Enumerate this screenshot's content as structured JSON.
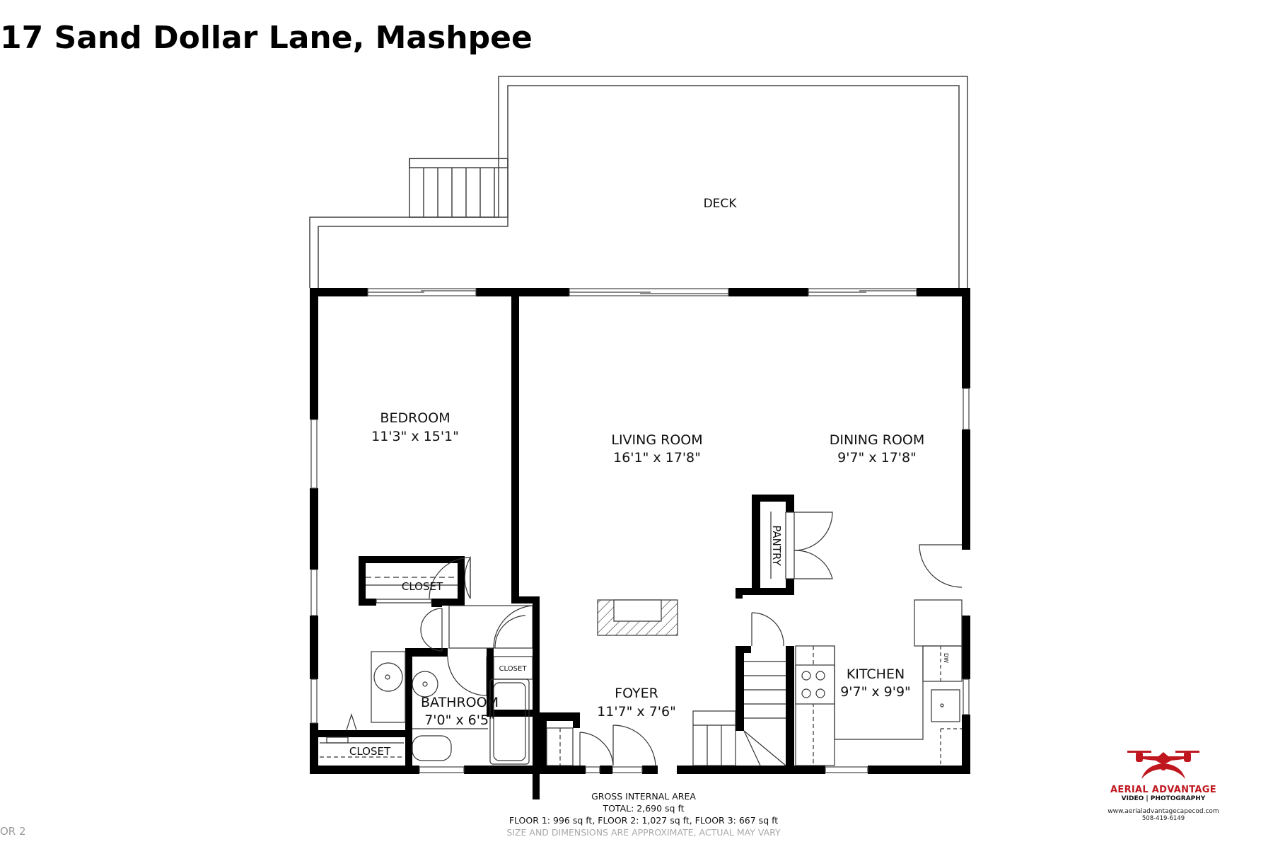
{
  "header": {
    "title": "17 Sand Dollar Lane, Mashpee"
  },
  "rooms": {
    "deck": {
      "name": "DECK"
    },
    "bedroom": {
      "name": "BEDROOM",
      "dims": "11'3\" x 15'1\""
    },
    "living_room": {
      "name": "LIVING ROOM",
      "dims": "16'1\" x 17'8\""
    },
    "dining_room": {
      "name": "DINING ROOM",
      "dims": "9'7\" x 17'8\""
    },
    "pantry": {
      "name": "PANTRY"
    },
    "closet_bedroom": {
      "name": "CLOSET"
    },
    "closet_small": {
      "name": "CLOSET"
    },
    "closet_bottom": {
      "name": "CLOSET"
    },
    "bathroom": {
      "name": "BATHROOM",
      "dims": "7'0\" x 6'5\""
    },
    "foyer": {
      "name": "FOYER",
      "dims": "11'7\" x 7'6\""
    },
    "kitchen": {
      "name": "KITCHEN",
      "dims": "9'7\" x 9'9\""
    },
    "dishwasher": {
      "name": "DW"
    }
  },
  "area_summary": {
    "heading": "GROSS INTERNAL AREA",
    "total": "TOTAL: 2,690 sq ft",
    "floors": "FLOOR 1: 996 sq ft, FLOOR 2: 1,027 sq ft, FLOOR 3: 667 sq ft",
    "disclaimer": "SIZE AND DIMENSIONS ARE APPROXIMATE, ACTUAL MAY VARY"
  },
  "floor_tag": "OR 2",
  "logo": {
    "icon": "drone-icon",
    "brand": "AERIAL ADVANTAGE",
    "subtitle": "VIDEO | PHOTOGRAPHY",
    "website": "www.aerialadvantagecapecod.com",
    "phone": "508-419-6149",
    "brand_color": "#c0171f"
  },
  "colors": {
    "wall": "#000000",
    "line": "#333333",
    "background": "#ffffff"
  }
}
